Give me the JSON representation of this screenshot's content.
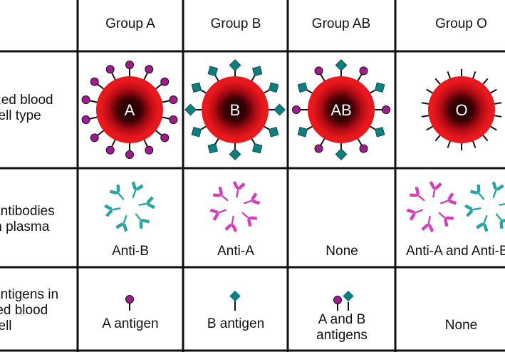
{
  "columns": [
    "Group A",
    "Group B",
    "Group AB",
    "Group O"
  ],
  "rows": {
    "cell_type": [
      "Red blood",
      "cell type"
    ],
    "antibodies": [
      "Antibodies",
      "in plasma"
    ],
    "antigens": [
      "Antigens in",
      "red blood",
      "cell"
    ]
  },
  "cell_letters": [
    "A",
    "B",
    "AB",
    "O"
  ],
  "antibody_labels": [
    "Anti-B",
    "Anti-A",
    "None",
    "Anti-A and Anti-B"
  ],
  "antigen_labels": {
    "a": "A antigen",
    "b": "B antigen",
    "ab_line1": "A and B",
    "ab_line2": "antigens",
    "o": "None"
  },
  "colors": {
    "antigen_a": "#a3198f",
    "antigen_b": "#0e7f80",
    "anti_a_antibody": "#d43fbd",
    "anti_b_antibody": "#2aa3a3",
    "cell_outer": "#e8181c",
    "cell_core": "#2b0000"
  },
  "icons": [
    "antigen-a-icon",
    "antigen-b-icon",
    "antibody-y-icon",
    "red-blood-cell-icon"
  ]
}
